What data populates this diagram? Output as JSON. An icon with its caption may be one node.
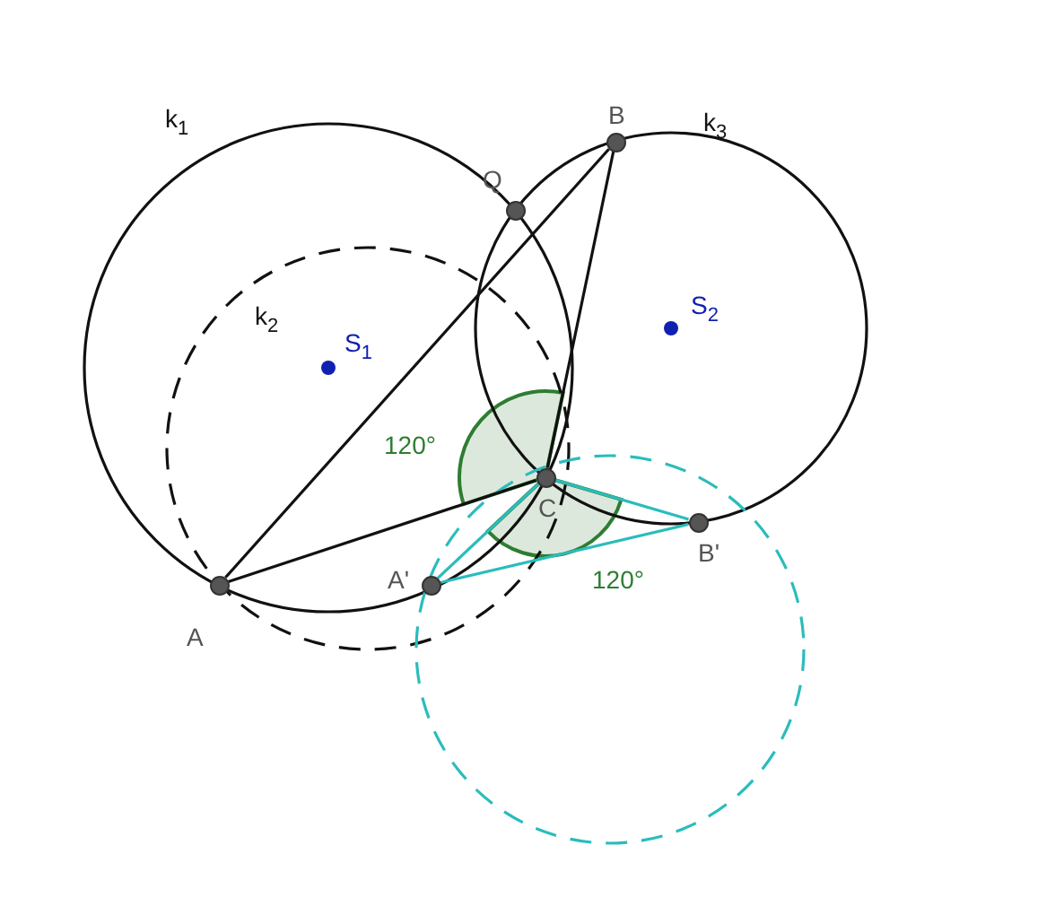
{
  "diagram": {
    "nodes": [
      {
        "text": [
          "A"
        ]
      },
      {
        "text": [
          "B"
        ]
      },
      {
        "text": [
          "C"
        ]
      },
      {
        "text": [
          "Q"
        ]
      },
      {
        "text": [
          "A'"
        ]
      },
      {
        "text": [
          "B'"
        ]
      }
    ],
    "edges": [
      {
        "from": 0,
        "to": 1,
        "arrow": "none"
      },
      {
        "from": 0,
        "to": 2,
        "arrow": "none"
      },
      {
        "from": 1,
        "to": 2,
        "arrow": "none"
      },
      {
        "from": 2,
        "to": 4,
        "arrow": "none",
        "color": "#2bbcbc"
      },
      {
        "from": 2,
        "to": 5,
        "arrow": "none",
        "color": "#2bbcbc"
      },
      {
        "from": 4,
        "to": 5,
        "arrow": "none",
        "color": "#2bbcbc"
      }
    ],
    "labels": [
      "k$_{1}$",
      "k$_{3}$",
      "k$_{2}$",
      "S$_{1}$",
      "S$_{2}$",
      "120°",
      "120°"
    ]
  }
}
